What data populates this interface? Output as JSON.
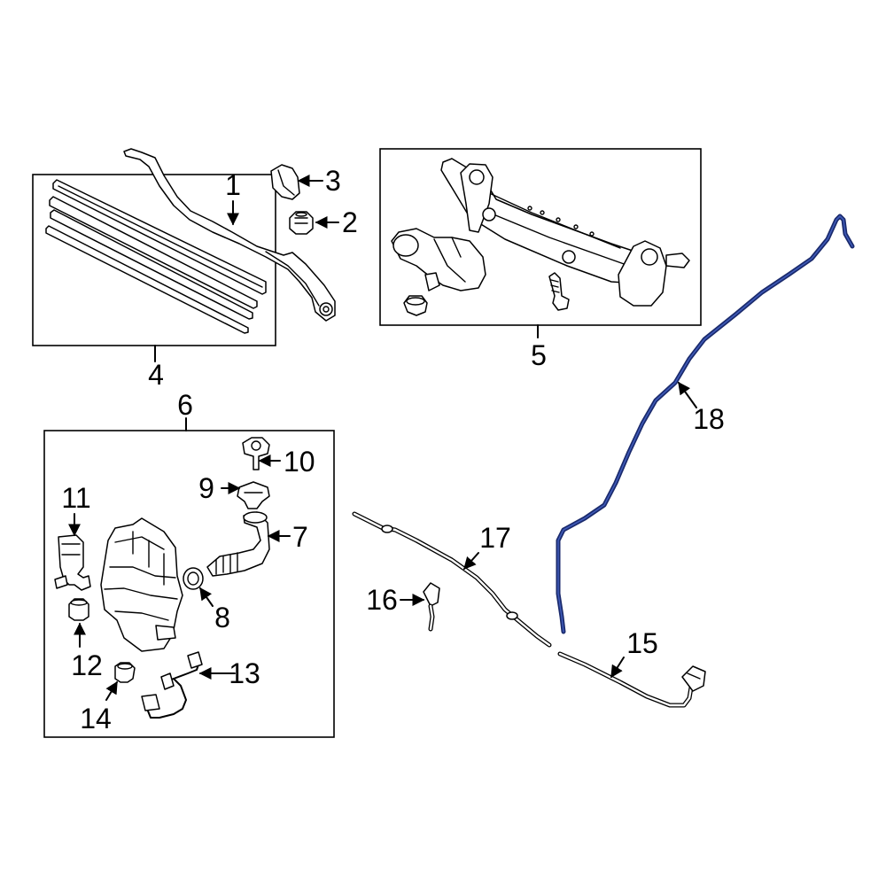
{
  "diagram": {
    "highlight_color": "#1f2f78",
    "line_color": "#000000",
    "background": "#ffffff",
    "callouts": [
      {
        "id": "1",
        "label": "1",
        "part": "wiper-arm"
      },
      {
        "id": "2",
        "label": "2",
        "part": "arm-nut"
      },
      {
        "id": "3",
        "label": "3",
        "part": "arm-cap"
      },
      {
        "id": "4",
        "label": "4",
        "part": "wiper-blade-set"
      },
      {
        "id": "5",
        "label": "5",
        "part": "wiper-motor-linkage"
      },
      {
        "id": "6",
        "label": "6",
        "part": "washer-reservoir-assembly"
      },
      {
        "id": "7",
        "label": "7",
        "part": "filler-neck"
      },
      {
        "id": "8",
        "label": "8",
        "part": "grommet"
      },
      {
        "id": "9",
        "label": "9",
        "part": "clip"
      },
      {
        "id": "10",
        "label": "10",
        "part": "reservoir-cap"
      },
      {
        "id": "11",
        "label": "11",
        "part": "washer-pump"
      },
      {
        "id": "12",
        "label": "12",
        "part": "pump-grommet"
      },
      {
        "id": "13",
        "label": "13",
        "part": "level-sensor-harness"
      },
      {
        "id": "14",
        "label": "14",
        "part": "sensor-grommet"
      },
      {
        "id": "15",
        "label": "15",
        "part": "hose-with-connector"
      },
      {
        "id": "16",
        "label": "16",
        "part": "washer-nozzle"
      },
      {
        "id": "17",
        "label": "17",
        "part": "washer-hose"
      },
      {
        "id": "18",
        "label": "18",
        "part": "highlighted-washer-hose"
      }
    ]
  }
}
